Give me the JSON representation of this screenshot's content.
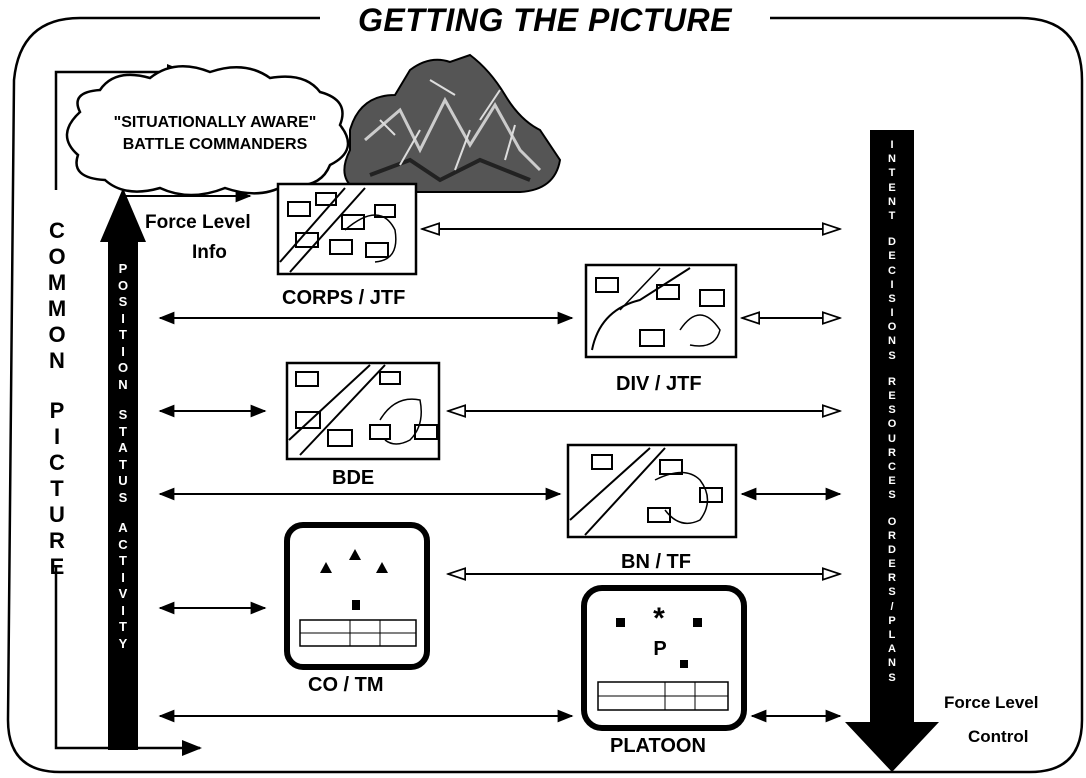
{
  "title": "GETTING THE PICTURE",
  "cloud": {
    "line1": "\"SITUATIONALLY AWARE\"",
    "line2": "BATTLE COMMANDERS"
  },
  "left_vertical": "COMMON PICTURE",
  "up_arrow_text": "POSITION STATUS ACTIVITY",
  "down_arrow_text": "INTENT DECISIONS RESOURCES ORDERS/PLANS",
  "force_level_info": {
    "line1": "Force Level",
    "line2": "Info"
  },
  "force_level_control": {
    "line1": "Force Level",
    "line2": "Control"
  },
  "echelons": {
    "corps": "CORPS / JTF",
    "div": "DIV / JTF",
    "bde": "BDE",
    "bn": "BN / TF",
    "co": "CO / TM",
    "platoon": "PLATOON"
  },
  "colors": {
    "ink": "#000000",
    "paper": "#ffffff"
  }
}
